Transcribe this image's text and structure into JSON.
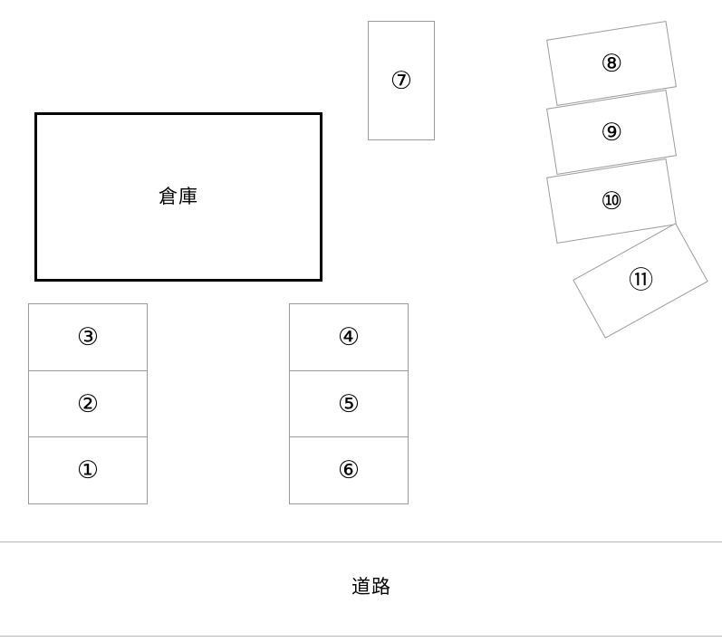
{
  "warehouse": {
    "label": "倉庫"
  },
  "road": {
    "label": "道路"
  },
  "parking_spaces": [
    {
      "id": "slot-1",
      "label": "①"
    },
    {
      "id": "slot-2",
      "label": "②"
    },
    {
      "id": "slot-3",
      "label": "③"
    },
    {
      "id": "slot-4",
      "label": "④"
    },
    {
      "id": "slot-5",
      "label": "⑤"
    },
    {
      "id": "slot-6",
      "label": "⑥"
    },
    {
      "id": "slot-7",
      "label": "⑦"
    },
    {
      "id": "slot-8",
      "label": "⑧"
    },
    {
      "id": "slot-9",
      "label": "⑨"
    },
    {
      "id": "slot-10",
      "label": "⑩"
    },
    {
      "id": "slot-11",
      "label": "⑪"
    }
  ]
}
